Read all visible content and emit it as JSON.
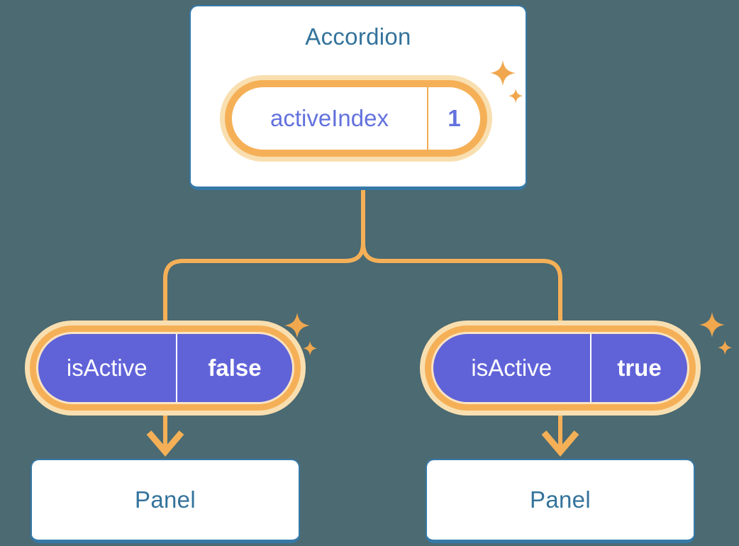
{
  "background_color": "#4B6A72",
  "colors": {
    "box_border": "#3679A8",
    "box_text": "#34739C",
    "connector": "#F5B057",
    "glow": "#F9DFB0",
    "glow_inner": "#FBE4C2",
    "sparkle": "#F0A74E",
    "pill_purple": "#6063D8",
    "pill_text_purple": "#6372DE",
    "pill_text_white": "#FFFFFF",
    "divider_orange": "#F2AC52"
  },
  "accordion": {
    "title": "Accordion",
    "state_pill": {
      "label": "activeIndex",
      "value": "1"
    }
  },
  "children": [
    {
      "prop_pill": {
        "label": "isActive",
        "value": "false"
      },
      "panel_title": "Panel"
    },
    {
      "prop_pill": {
        "label": "isActive",
        "value": "true"
      },
      "panel_title": "Panel"
    }
  ],
  "icons": {
    "sparkle": "four-point-star"
  }
}
